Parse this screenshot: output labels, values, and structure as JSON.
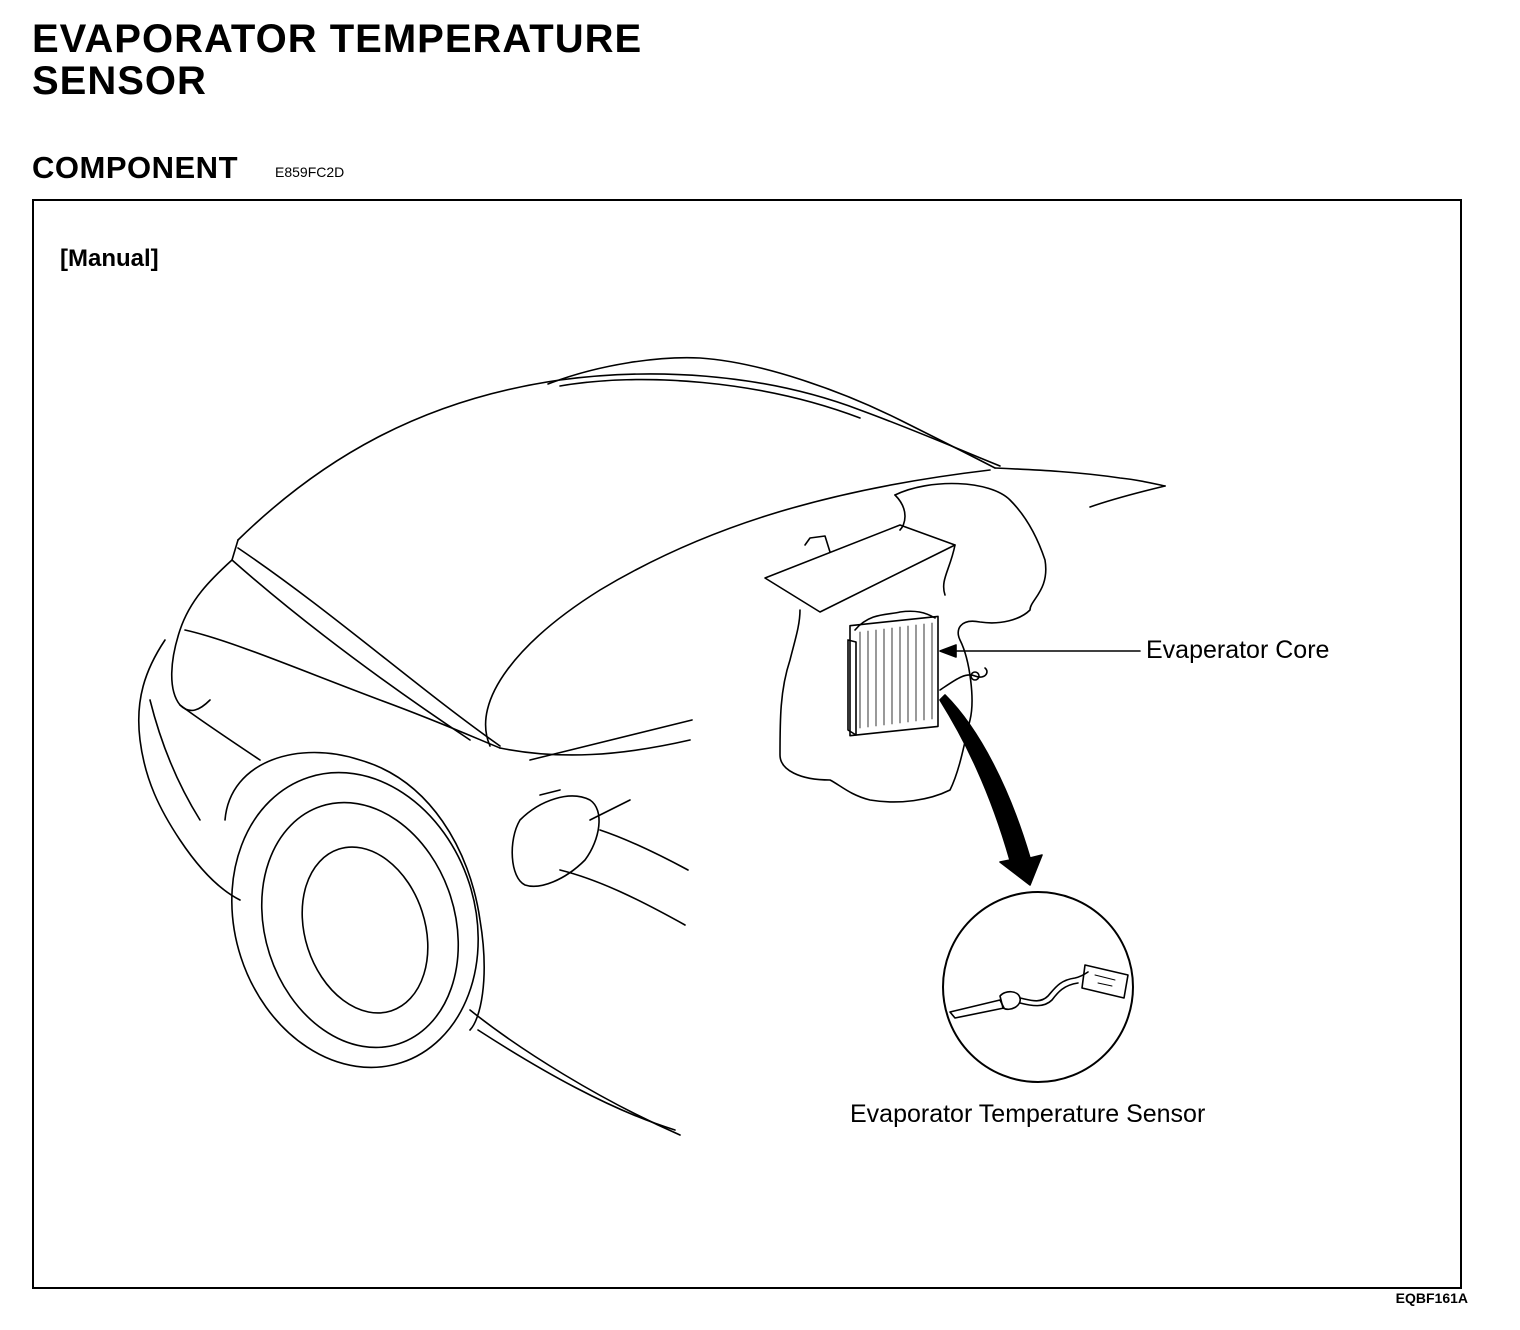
{
  "document": {
    "title_line1": "EVAPORATOR  TEMPERATURE",
    "title_line2": "SENSOR",
    "section_heading": "COMPONENT",
    "section_code": "E859FC2D",
    "figure_code": "EQBF161A"
  },
  "figure": {
    "variant_label": "[Manual]",
    "callouts": {
      "evaporator_core": "Evaperator Core",
      "evaporator_temperature_sensor": "Evaporator Temperature Sensor"
    }
  }
}
